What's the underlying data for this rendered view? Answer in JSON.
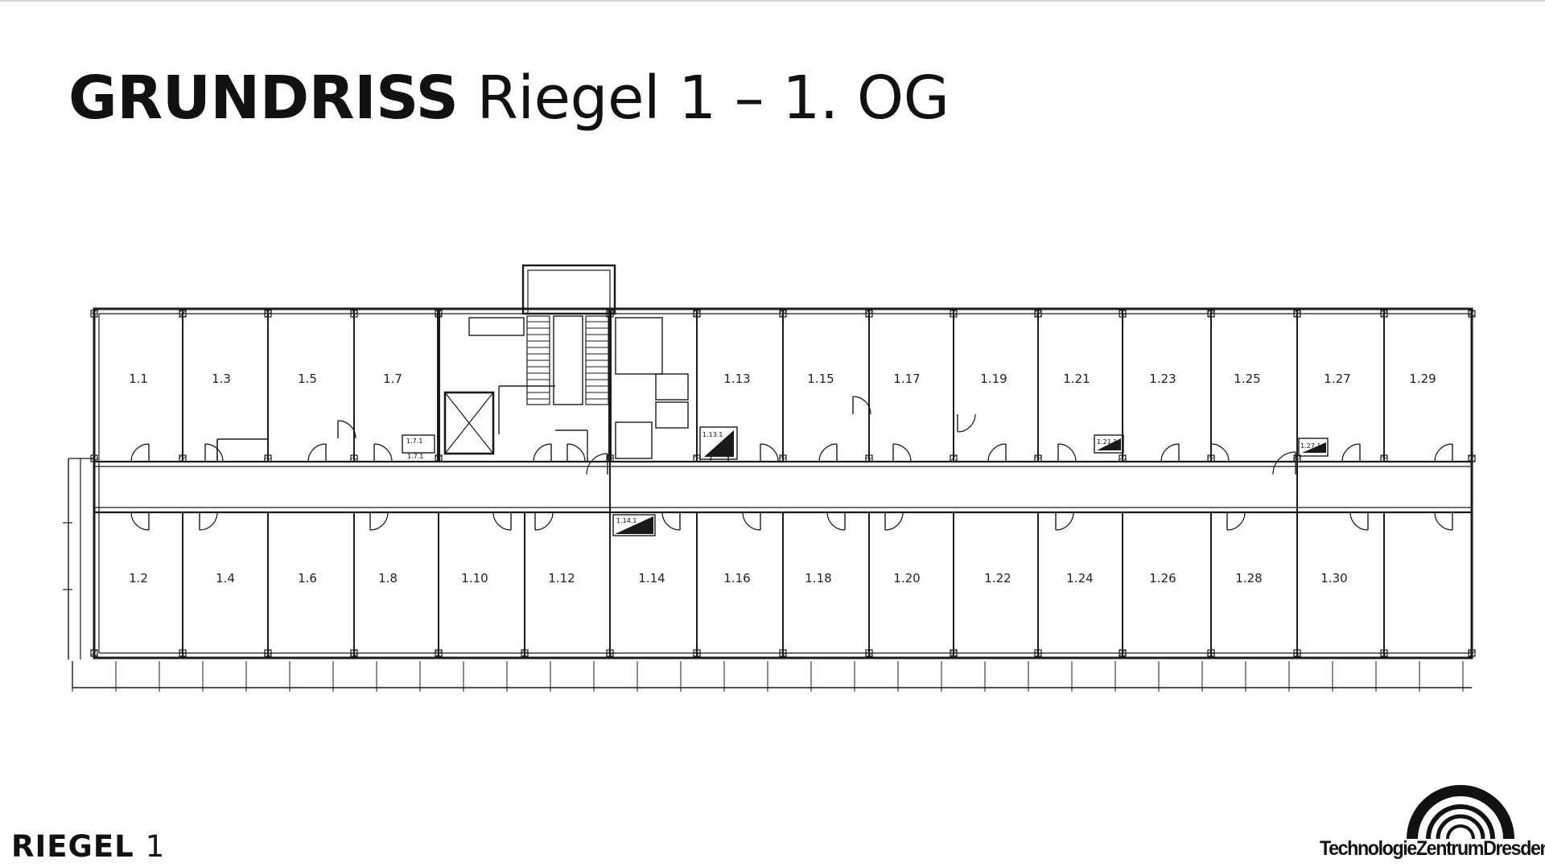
{
  "title": {
    "bold": "GRUNDRISS",
    "light": "Riegel 1 – 1. OG"
  },
  "footer": {
    "label": "RIEGEL",
    "number": "1"
  },
  "logo": {
    "text": "TechnologieZentrumDresden",
    "mark": "arc-logo-icon"
  },
  "floor_plan": {
    "north_rooms": [
      "1.1",
      "1.3",
      "1.5",
      "1.7",
      "1.13",
      "1.15",
      "1.17",
      "1.19",
      "1.21",
      "1.23",
      "1.25",
      "1.27",
      "1.29"
    ],
    "south_rooms": [
      "1.2",
      "1.4",
      "1.6",
      "1.8",
      "1.10",
      "1.12",
      "1.14",
      "1.16",
      "1.18",
      "1.20",
      "1.22",
      "1.24",
      "1.26",
      "1.28",
      "1.30"
    ],
    "small_labels": [
      "1.7.1",
      "1.7.1",
      "1.13.1",
      "1.14.1",
      "1.21.1",
      "1.27.1"
    ],
    "line_color": "#1a1a1a"
  }
}
